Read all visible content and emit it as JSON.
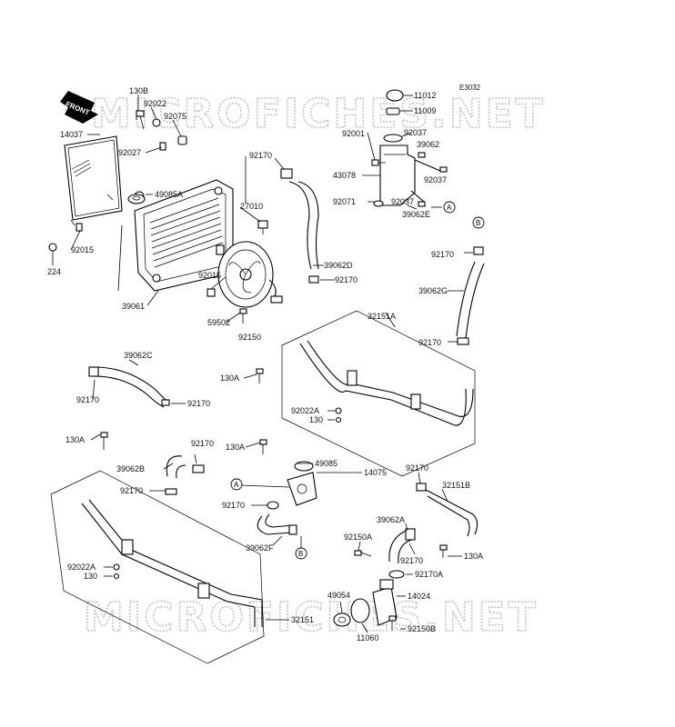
{
  "diagram_code": "E3032",
  "watermark": "MICROFICHES.NET",
  "front_label": "FRONT",
  "callouts": [
    "A",
    "B"
  ],
  "part_labels": {
    "p130b": "130B",
    "p92022": "92022",
    "p92075": "92075",
    "p14037": "14037",
    "p92027": "92027",
    "p49085a": "49085A",
    "p27010": "27010",
    "p92170_top": "92170",
    "p92015_left": "92015",
    "p224": "224",
    "p39061": "39061",
    "p92015_mid": "92015",
    "p59502": "59502",
    "p92150": "92150",
    "p39062d": "39062D",
    "p92170_d": "92170",
    "p11012": "11012",
    "p11009": "11009",
    "p92001": "92001",
    "p92037_a": "92037",
    "p39062": "39062",
    "p43078": "43078",
    "p92037_b": "92037",
    "p92071": "92071",
    "p92037_c": "92037",
    "p39062e": "39062E",
    "p92170_b": "92170",
    "p39062g": "39062G",
    "p32151a": "32151A",
    "p92170_g": "92170",
    "p39062c": "39062C",
    "p92170_c1": "92170",
    "p92170_c2": "92170",
    "p130a_mid": "130A",
    "p92022a_mid": "92022A",
    "p130_mid": "130",
    "p130a_left": "130A",
    "p92170_e": "92170",
    "p130a_center": "130A",
    "p39062b": "39062B",
    "p49085": "49085",
    "p14075": "14075",
    "p92170_f": "92170",
    "p92170_h": "92170",
    "p39062f": "39062F",
    "p92170_j": "92170",
    "p32151b": "32151B",
    "p39062a": "39062A",
    "p92150a": "92150A",
    "p92170_k": "92170",
    "p130a_right": "130A",
    "p92170a": "92170A",
    "p92022a_left": "92022A",
    "p130_left": "130",
    "p49054": "49054",
    "p14024": "14024",
    "p32151": "32151",
    "p11060": "11060",
    "p92150b": "92150B"
  }
}
